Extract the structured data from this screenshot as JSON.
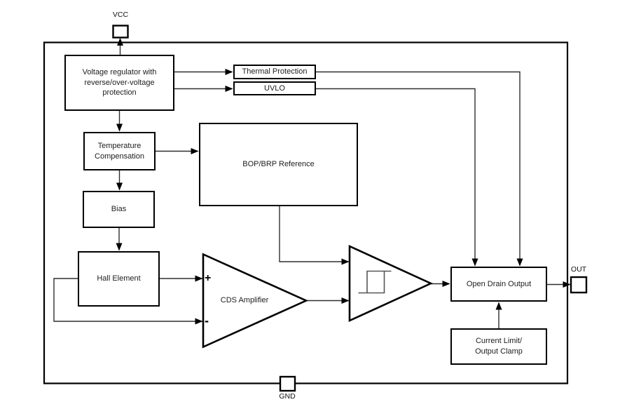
{
  "diagram": {
    "kind": "hall-sensor-functional-block-diagram",
    "colors": {
      "background": "#ffffff",
      "outline": "#000000",
      "wire": "#2f2f2f",
      "hysteresis": "#555555"
    },
    "pins": {
      "vcc": "VCC",
      "out": "OUT",
      "gnd": "GND"
    },
    "blocks": {
      "voltage_regulator": "Voltage regulator with\nreverse/over-voltage\nprotection",
      "thermal_protection": "Thermal Protection",
      "uvlo": "UVLO",
      "temperature_compensation": "Temperature\nCompensation",
      "bop_brp_reference": "BOP/BRP Reference",
      "bias": "Bias",
      "hall_element": "Hall Element",
      "cds_amplifier": "CDS Amplifier",
      "cds_plus": "+",
      "cds_minus": "-",
      "open_drain_output": "Open Drain Output",
      "current_limit": "Current Limit/\nOutput Clamp"
    },
    "icons": {
      "schmitt_trigger": "hysteresis-icon"
    }
  }
}
